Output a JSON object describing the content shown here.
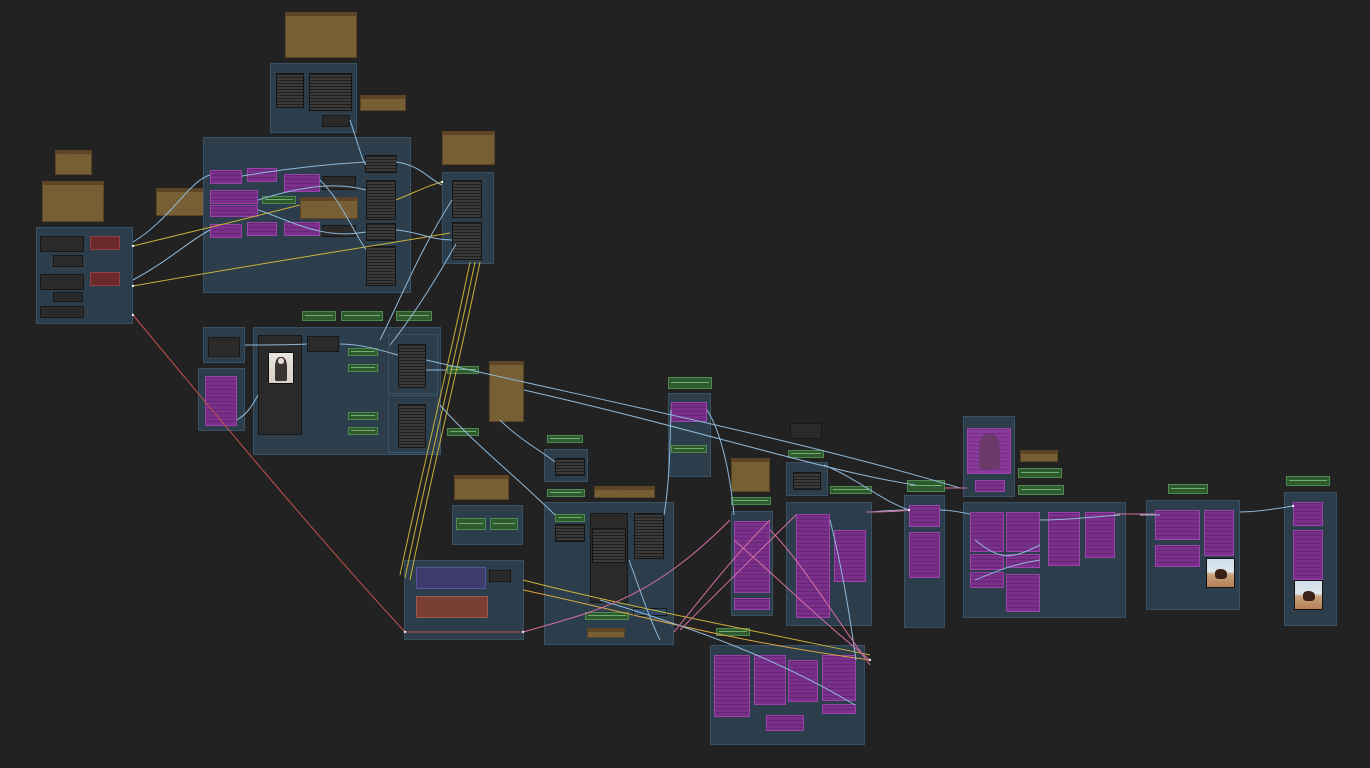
{
  "app": {
    "name": "node-graph-editor"
  },
  "colors": {
    "background": "#222222",
    "group_fill": "#2c3e4b",
    "node_fill": "#353535",
    "purple_widget": "#7a2f8a",
    "green_widget": "#2f5a2f",
    "note_fill": "#7a6236",
    "wire_yellow": "#c9b03a",
    "wire_blue": "#8fb8d8",
    "wire_red": "#c0504d",
    "wire_pink": "#d56fa3",
    "wire_orange": "#d9a441"
  },
  "groups": {
    "g_loader": {
      "title": ""
    },
    "g_top": {
      "title": ""
    },
    "g_prompt": {
      "title": ""
    },
    "g_model": {
      "title": ""
    },
    "g_mask": {
      "title": ""
    },
    "g_image": {
      "title": ""
    },
    "g_latent": {
      "title": ""
    },
    "g_sampler1": {
      "title": ""
    },
    "g_preview": {
      "title": ""
    },
    "g_vae": {
      "title": ""
    },
    "g_sampler2": {
      "title": ""
    },
    "g_decode": {
      "title": ""
    },
    "g_upscale": {
      "title": ""
    },
    "g_save1": {
      "title": ""
    },
    "g_save2": {
      "title": ""
    },
    "g_final": {
      "title": ""
    },
    "g_mid": {
      "title": ""
    },
    "g_small1": {
      "title": ""
    },
    "g_small2": {
      "title": ""
    },
    "g_small3": {
      "title": ""
    },
    "g_small4": {
      "title": ""
    }
  },
  "thumbnails": [
    {
      "name": "portrait-preview",
      "kind": "portrait"
    },
    {
      "name": "horse-preview-1",
      "kind": "horse"
    },
    {
      "name": "horse-preview-2",
      "kind": "horse"
    },
    {
      "name": "portrait-preview-2",
      "kind": "portrait"
    }
  ]
}
